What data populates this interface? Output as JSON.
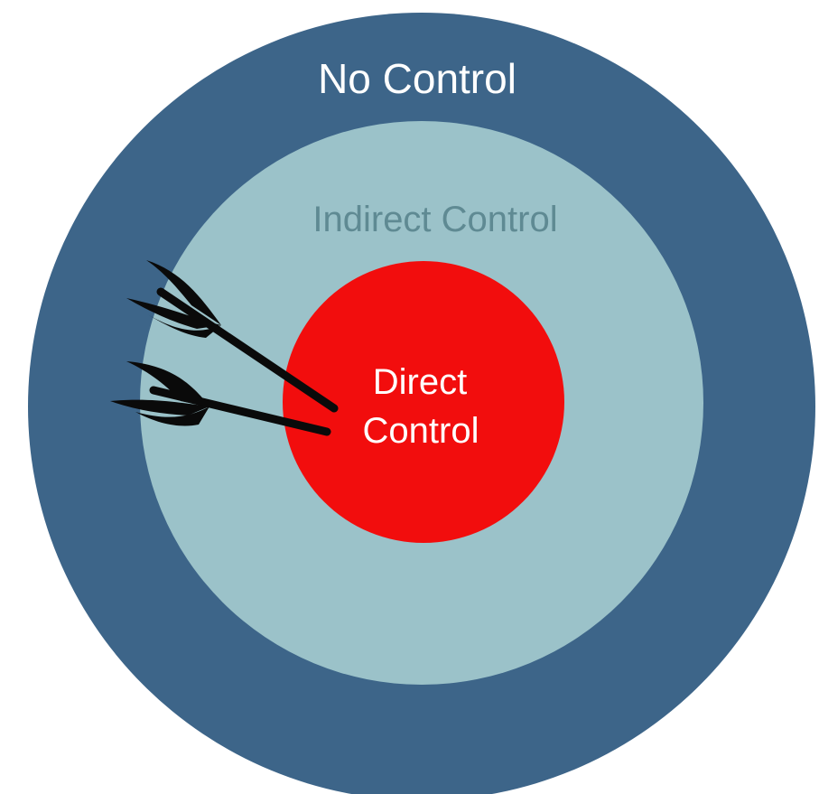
{
  "diagram": {
    "rings": {
      "outer": {
        "label": "No Control",
        "fill": "#3d6589",
        "label_color": "#ffffff"
      },
      "middle": {
        "label": "Indirect Control",
        "fill": "#9bc2c9",
        "label_color": "#5f8a93"
      },
      "inner": {
        "label_line1": "Direct",
        "label_line2": "Control",
        "fill": "#f20d0d",
        "label_color": "#ffffff"
      }
    },
    "darts": {
      "count": 2,
      "color": "#0a0a0a",
      "icon": "dart-icon"
    }
  }
}
